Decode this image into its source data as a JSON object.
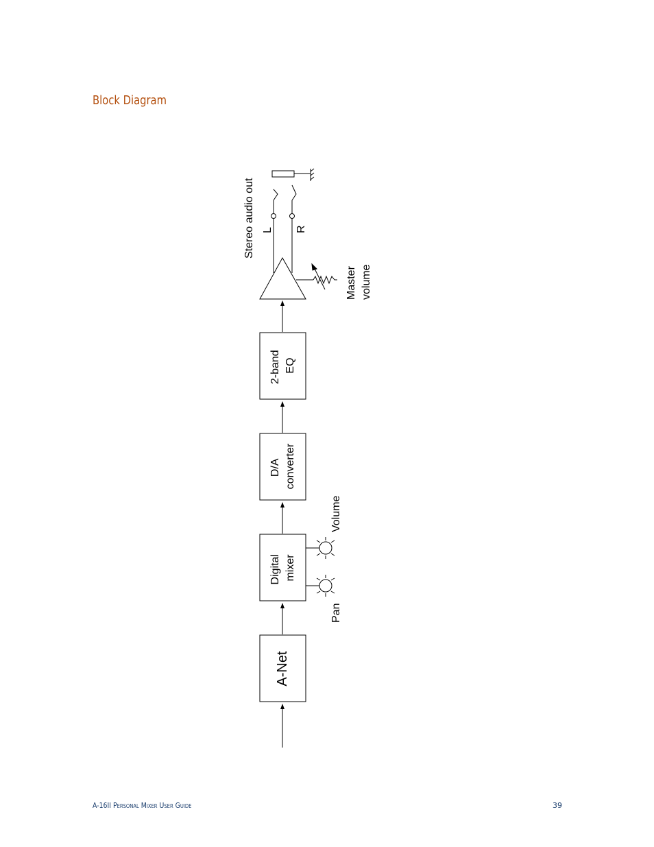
{
  "page": {
    "section_title": "Block Diagram",
    "footer_title": "A-16II Personal Mixer User Guide",
    "page_number": "39"
  },
  "diagram": {
    "blocks": {
      "anet": "A-Net",
      "digital_mixer": [
        "Digital",
        "mixer"
      ],
      "da_converter": [
        "D/A",
        "converter"
      ],
      "eq": [
        "2-band",
        "EQ"
      ]
    },
    "labels": {
      "pan": "Pan",
      "volume": "Volume",
      "master_volume": [
        "Master",
        "volume"
      ],
      "stereo_out": "Stereo audio out",
      "left": "L",
      "right": "R"
    }
  }
}
